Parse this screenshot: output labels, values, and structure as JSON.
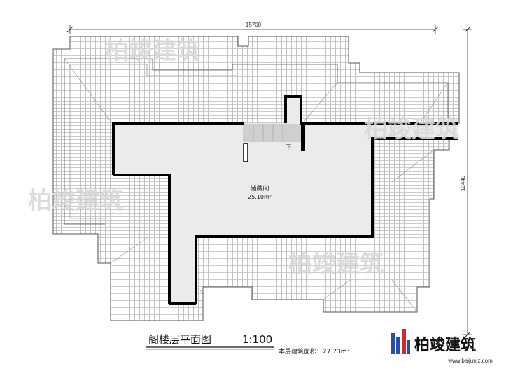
{
  "dimensions": {
    "top_width": "15700",
    "right_height": "12440"
  },
  "rooms": {
    "storage_name": "储藏间",
    "storage_area": "25.10m²",
    "stair_label": "下"
  },
  "title": {
    "plan_name": "阁楼层平面图",
    "scale": "1:100",
    "floor_area": "本层建筑面积：27.73m²"
  },
  "brand": {
    "name": "柏竣建筑",
    "url": "www.baijunjz.com",
    "watermark": "柏竣建筑"
  },
  "colors": {
    "roof_tile": "#8a8a8a",
    "wall": "#000000",
    "floor": "#ebebeb",
    "logo_blue": "#2a4fa0",
    "logo_red": "#d12a2a"
  }
}
